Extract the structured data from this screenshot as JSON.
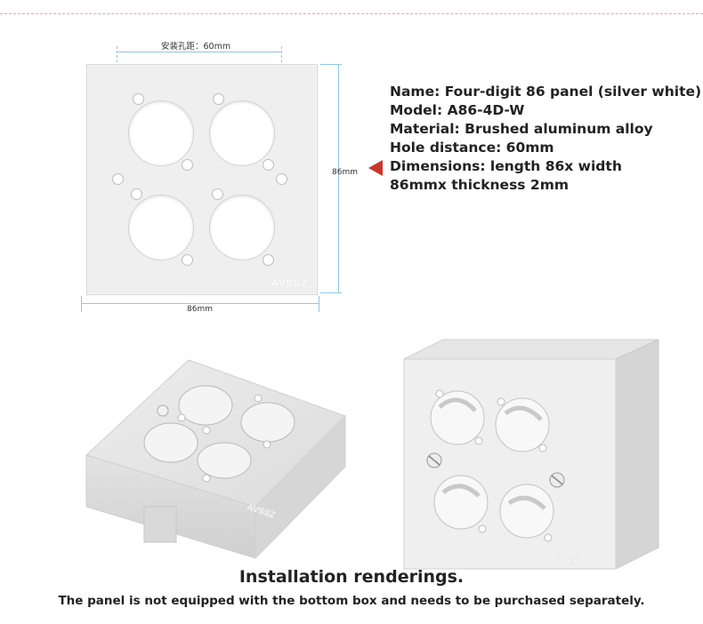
{
  "diagram": {
    "hole_spacing_label": "安装孔距：60mm",
    "height_label": "86mm",
    "width_label": "86mm",
    "panel_brand": "AVSSZ"
  },
  "specs": {
    "name": "Name: Four-digit 86 panel (silver white)",
    "model": "Model: A86-4D-W",
    "material": "Material: Brushed aluminum alloy",
    "hole_distance": "Hole distance: 60mm",
    "dimensions": "Dimensions: length 86x width 86mmx thickness 2mm"
  },
  "renderings": {
    "left_brand": "AVSSZ",
    "right_brand": "AVSSZ"
  },
  "captions": {
    "title": "Installation renderings.",
    "note": "The panel is not equipped with the bottom box and needs to be purchased separately."
  },
  "colors": {
    "accent_arrow": "#c9372c",
    "dimension_line": "#8fc6e8",
    "panel": "#efefef"
  }
}
